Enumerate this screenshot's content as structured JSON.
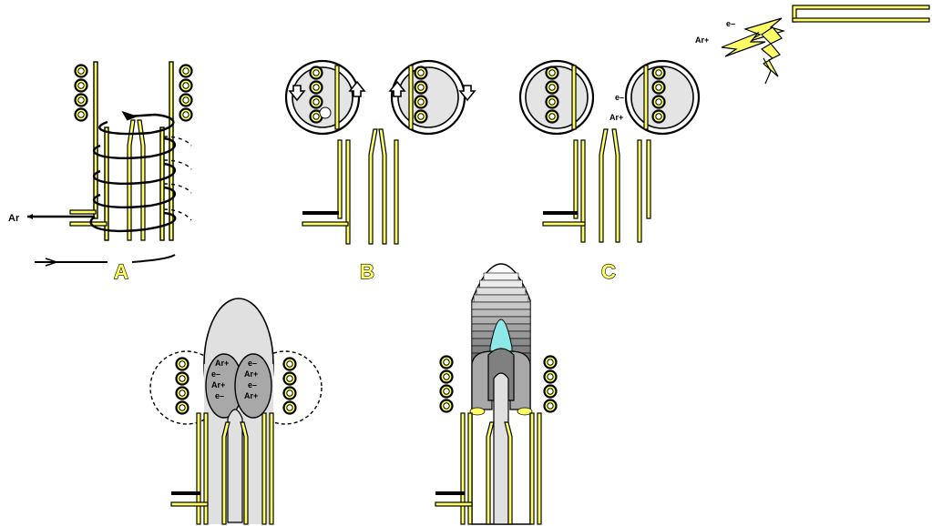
{
  "panels": {
    "A": {
      "label": "A",
      "gas_label": "Ar"
    },
    "B": {
      "label": "B"
    },
    "C": {
      "label": "C",
      "electron_label": "e–",
      "ion_label": "Ar+"
    },
    "spark": {
      "electron_label": "e–",
      "ion_label": "Ar+"
    },
    "D": {
      "particles": [
        "Ar+",
        "e–",
        "Ar+",
        "e–",
        "e–",
        "Ar+",
        "e–",
        "Ar+"
      ]
    }
  },
  "colors": {
    "tube_fill": "#ffff66",
    "plasma_light": "#e0e0e0",
    "plasma_mid": "#a8a8a8",
    "plasma_dark": "#808080",
    "channel_cyan": "#8ee8e8",
    "coil_fill": "#ffff66"
  }
}
